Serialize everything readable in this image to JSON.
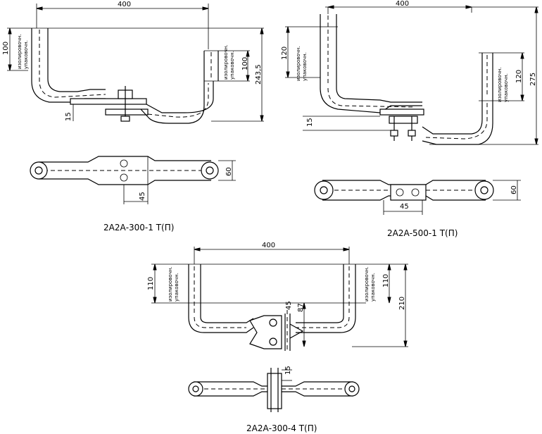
{
  "views": {
    "v1": {
      "caption": "2А2А-300-1 Т(П)",
      "dim_length": "400",
      "dim_left_height": "100",
      "dim_right_height": "100",
      "dim_total": "243,5",
      "dim_offset": "15",
      "dim_width": "60",
      "dim_hole": "45",
      "label_left": [
        "изолировочн.",
        "упаковочн."
      ],
      "label_right": [
        "изолировочн.",
        "упаковочн."
      ]
    },
    "v2": {
      "caption": "2А2А-500-1 Т(П)",
      "dim_length": "400",
      "dim_left_height": "120",
      "dim_right_height": "120",
      "dim_total": "275",
      "dim_offset": "15",
      "dim_width": "60",
      "dim_hole": "45",
      "label_left": [
        "изолировочн.",
        "упаковочн."
      ],
      "label_right": [
        "изолировочн.",
        "упаковочн."
      ]
    },
    "v3": {
      "caption": "2А2А-300-4 Т(П)",
      "dim_length": "400",
      "dim_left_height": "110",
      "dim_right_height": "110",
      "dim_total": "210",
      "dim_mid": "87",
      "dim_offset": "45",
      "dim_small": "15",
      "label_left": [
        "изолировочн.",
        "упаковочн."
      ],
      "label_right": [
        "изолировочн.",
        "упаковочн."
      ]
    }
  }
}
